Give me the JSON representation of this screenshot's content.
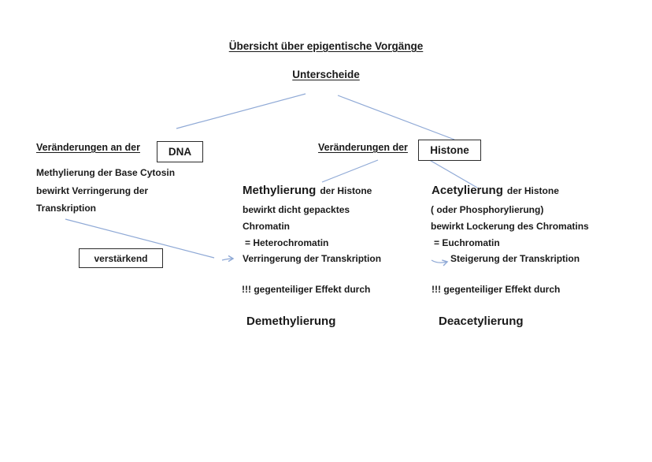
{
  "diagram": {
    "title": "Übersicht über epigentische Vorgänge",
    "subtitle": "Unterscheide"
  },
  "colors": {
    "connector_blue": "#8fa9d6",
    "text": "#1a1a1a",
    "box_border": "#2b2b2b",
    "background": "#ffffff"
  },
  "dna_branch": {
    "heading": "Veränderungen an der",
    "box_label": "DNA",
    "line1": "Methylierung der Base Cytosin",
    "line2": "bewirkt Verringerung der",
    "line3": "Transkription",
    "note_box_label": "verstärkend"
  },
  "histone_branch": {
    "heading": "Veränderungen der",
    "box_label": "Histone"
  },
  "methylierung": {
    "title_main": "Methylierung",
    "title_suffix": "der Histone",
    "line1": "bewirkt dicht gepacktes",
    "line2": "Chromatin",
    "line3": "= Heterochromatin",
    "line4": "Verringerung der Transkription",
    "effect_note": "!!! gegenteiliger Effekt durch",
    "effect_term": "Demethylierung"
  },
  "acetylierung": {
    "title_main": "Acetylierung",
    "title_suffix": "der Histone",
    "line1": "( oder Phosphorylierung)",
    "line2": "bewirkt Lockerung des Chromatins",
    "line3": "= Euchromatin",
    "line4": "Steigerung der Transkription",
    "effect_note": "!!! gegenteiliger Effekt durch",
    "effect_term": "Deacetylierung"
  }
}
